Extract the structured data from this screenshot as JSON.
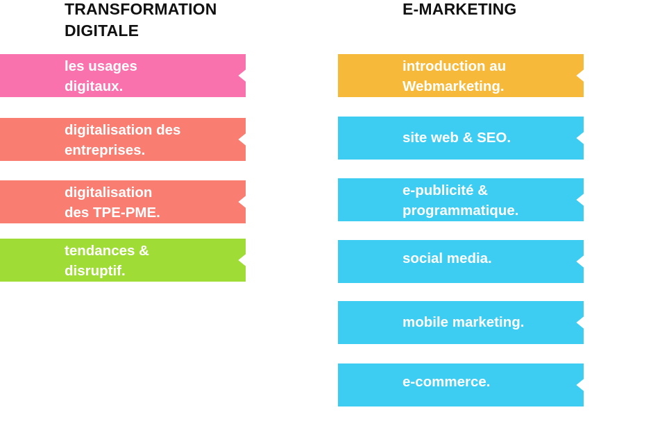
{
  "left_column": {
    "heading": [
      "TRANSFORMATION",
      "DIGITALE"
    ],
    "items": [
      {
        "lines": [
          "les usages",
          "digitaux."
        ],
        "color": "#f972ad"
      },
      {
        "lines": [
          "digitalisation des",
          "entreprises."
        ],
        "color": "#fa7d72"
      },
      {
        "lines": [
          "digitalisation",
          "des TPE-PME."
        ],
        "color": "#fa7d72"
      },
      {
        "lines": [
          "tendances &",
          "disruptif."
        ],
        "color": "#9fdc36"
      }
    ]
  },
  "right_column": {
    "heading": [
      "E-MARKETING"
    ],
    "items": [
      {
        "lines": [
          "introduction au",
          "Webmarketing."
        ],
        "color": "#f7b93a"
      },
      {
        "lines": [
          "site web & SEO."
        ],
        "color": "#3dcdf2"
      },
      {
        "lines": [
          "e-publicité &",
          "programmatique."
        ],
        "color": "#3dcdf2"
      },
      {
        "lines": [
          "social media."
        ],
        "color": "#3dcdf2"
      },
      {
        "lines": [
          "mobile marketing."
        ],
        "color": "#3dcdf2"
      },
      {
        "lines": [
          "e-commerce."
        ],
        "color": "#3dcdf2"
      }
    ]
  }
}
